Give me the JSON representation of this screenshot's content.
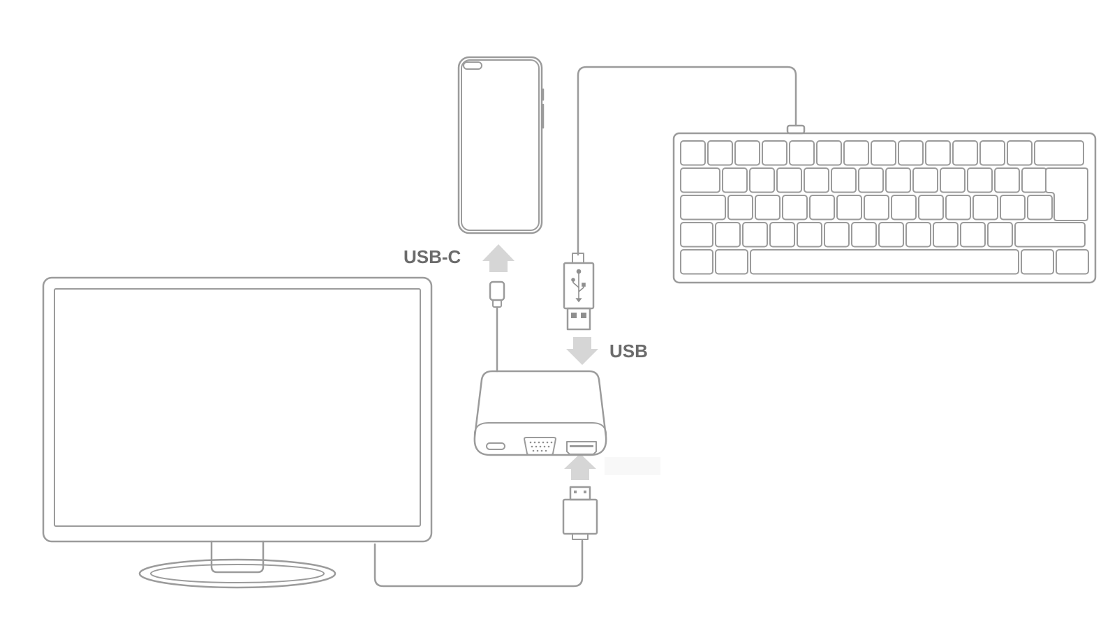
{
  "labels": {
    "usb_c": "USB-C",
    "usb": "USB"
  },
  "icons": [
    "monitor",
    "smartphone",
    "keyboard",
    "usb-c-adapter",
    "usb-a-connector",
    "usb-c-connector",
    "hdmi-connector"
  ],
  "colors": {
    "outline": "#9b9b9b",
    "arrow": "#d6d6d6",
    "label": "#6b6b6b",
    "background": "#ffffff"
  }
}
